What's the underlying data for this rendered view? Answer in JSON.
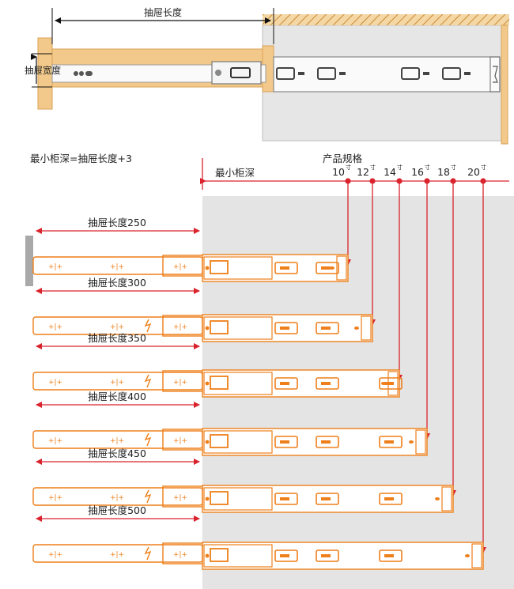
{
  "top_diagram": {
    "drawer_length_label": "抽屉长度",
    "drawer_width_label": "抽屉宽度"
  },
  "formula": "最小柜深=抽屉长度+3",
  "min_depth_label": "最小柜深",
  "spec_title": "产品规格",
  "sizes": [
    {
      "num": "10",
      "unit": "寸"
    },
    {
      "num": "12",
      "unit": "寸"
    },
    {
      "num": "14",
      "unit": "寸"
    },
    {
      "num": "16",
      "unit": "寸"
    },
    {
      "num": "18",
      "unit": "寸"
    },
    {
      "num": "20",
      "unit": "寸"
    }
  ],
  "rails": [
    {
      "label": "抽屉长度250"
    },
    {
      "label": "抽屉长度300"
    },
    {
      "label": "抽屉长度350"
    },
    {
      "label": "抽屉长度400"
    },
    {
      "label": "抽屉长度450"
    },
    {
      "label": "抽屉长度500"
    }
  ],
  "colors": {
    "accent_red": "#d9232d",
    "rail_orange": "#ee7f1a",
    "wood": "#f2c98a",
    "cabinet_gray": "#e4e4e4"
  }
}
